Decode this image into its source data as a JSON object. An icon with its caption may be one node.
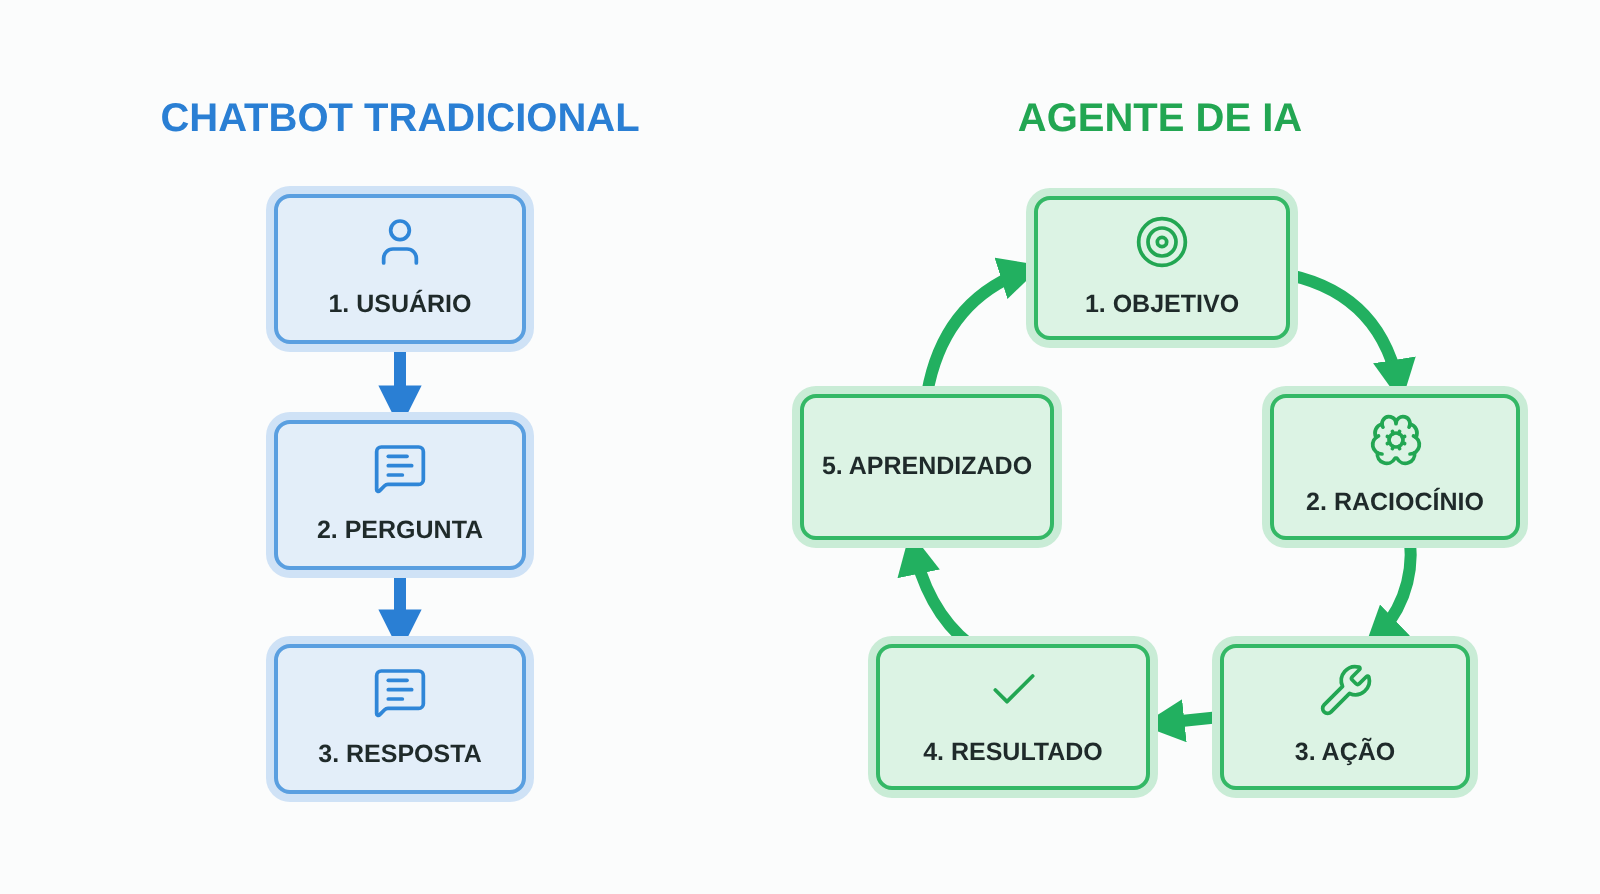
{
  "diagram": {
    "nodes": [
      {
        "text": [
          "1. USUÁRIO"
        ]
      },
      {
        "text": [
          "2. PERGUNTA"
        ]
      },
      {
        "text": [
          "3. RESPOSTA"
        ]
      },
      {
        "text": [
          "1. OBJETIVO"
        ]
      },
      {
        "text": [
          "2. RACIOCÍNIO"
        ]
      },
      {
        "text": [
          "3. AÇÃO"
        ]
      },
      {
        "text": [
          "4. RESULTADO"
        ]
      },
      {
        "text": [
          "5. APRENDIZADO"
        ]
      }
    ],
    "edges": [
      {
        "from": 0,
        "to": 1,
        "arrow": "to",
        "color": "#2a7fd4"
      },
      {
        "from": 1,
        "to": 2,
        "arrow": "to",
        "color": "#2a7fd4"
      },
      {
        "from": 3,
        "to": 4,
        "arrow": "to"
      },
      {
        "from": 4,
        "to": 5,
        "arrow": "to"
      },
      {
        "from": 5,
        "to": 6,
        "arrow": "to"
      },
      {
        "from": 6,
        "to": 7,
        "arrow": "to"
      },
      {
        "from": 7,
        "to": 3,
        "arrow": "to"
      }
    ],
    "labels": [
      "CHATBOT TRADICIONAL",
      "AGENTE DE IA"
    ]
  }
}
